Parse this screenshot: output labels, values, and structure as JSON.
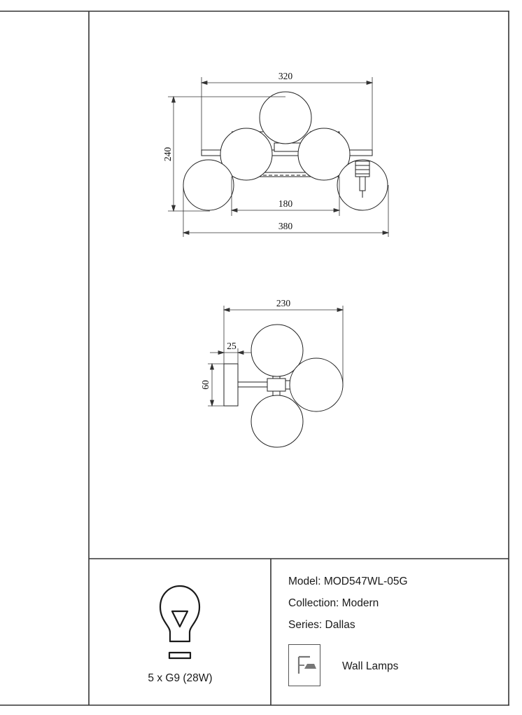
{
  "front_view": {
    "dim_overall_top": "320",
    "dim_height": "240",
    "dim_inner": "180",
    "dim_overall_width": "380"
  },
  "side_view": {
    "dim_depth": "230",
    "dim_offset": "25",
    "dim_plate": "60"
  },
  "bulb": {
    "icon": "lightbulb-icon",
    "caption": "5 x G9 (28W)"
  },
  "info": {
    "model": "Model: MOD547WL-05G",
    "collection": "Collection: Modern",
    "series": "Series: Dallas",
    "category_icon": "wall-lamp-icon",
    "category_label": "Wall Lamps"
  }
}
